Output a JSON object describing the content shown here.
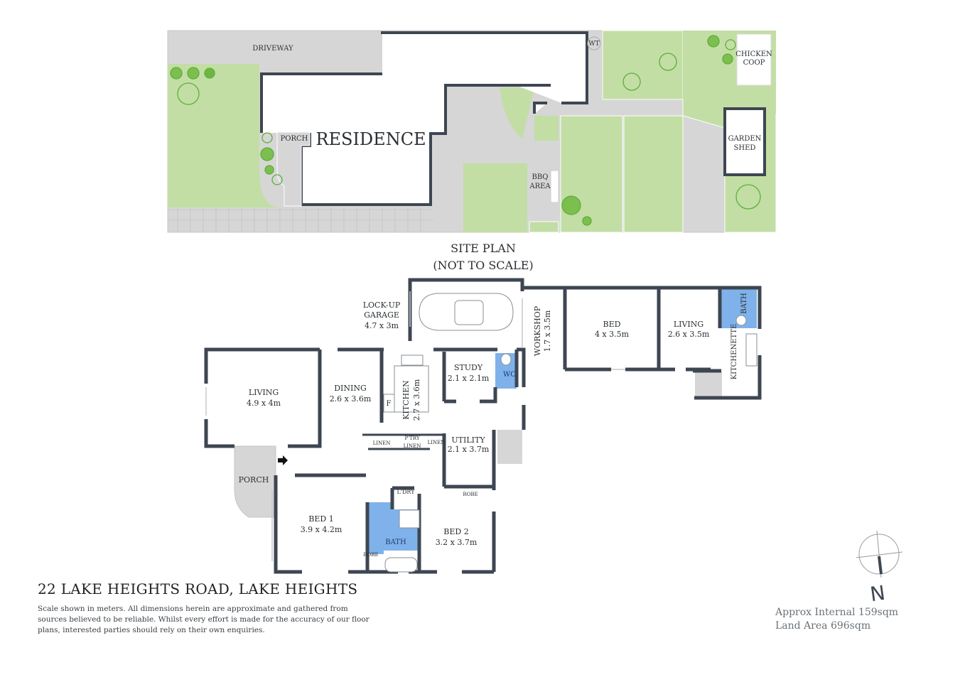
{
  "site_plan": {
    "title_line1": "SITE PLAN",
    "title_line2": "(NOT TO SCALE)",
    "labels": {
      "driveway": "DRIVEWAY",
      "porch": "PORCH",
      "residence": "RESIDENCE",
      "water_tank": "WT",
      "bbq_line1": "BBQ",
      "bbq_line2": "AREA",
      "chicken_line1": "CHICKEN",
      "chicken_line2": "COOP",
      "shed_line1": "GARDEN",
      "shed_line2": "SHED"
    }
  },
  "floor_plan": {
    "rooms": {
      "garage_name1": "LOCK-UP",
      "garage_name2": "GARAGE",
      "garage_dim": "4.7 x 3m",
      "workshop_name": "WORKSHOP",
      "workshop_dim": "1.7 x 3.5m",
      "bed_name": "BED",
      "bed_dim": "4 x 3.5m",
      "living2_name": "LIVING",
      "living2_dim": "2.6 x 3.5m",
      "bath2_name": "BATH",
      "kitchenette_name": "KITCHENETTE",
      "living_name": "LIVING",
      "living_dim": "4.9 x 4m",
      "dining_name": "DINING",
      "dining_dim": "2.6 x 3.6m",
      "kitchen_name": "KITCHEN",
      "kitchen_dim": "2.7 x 3.6m",
      "fridge": "F",
      "study_name": "STUDY",
      "study_dim": "2.1 x 2.1m",
      "wc_name": "WC",
      "utility_name": "UTILITY",
      "utility_dim": "2.1 x 3.7m",
      "linen1": "LINEN",
      "pantry": "P'TRY",
      "linen2": "LINEN",
      "linen3": "LINEN",
      "porch_name": "PORCH",
      "bed1_name": "BED 1",
      "bed1_dim": "3.9 x 4.2m",
      "laundry": "L'DRY",
      "bath_name": "BATH",
      "robe1": "ROBE",
      "robe2": "ROBE",
      "bed2_name": "BED 2",
      "bed2_dim": "3.2 x 3.7m"
    }
  },
  "property": {
    "address": "22 LAKE HEIGHTS ROAD, LAKE HEIGHTS",
    "disclaimer": "Scale shown in meters. All dimensions herein are approximate and gathered from sources believed to be  reliable. Whilst every effort is made for the accuracy of our floor plans, interested parties should rely on their own enquiries.",
    "internal_area": "Approx Internal 159sqm",
    "land_area": "Land Area 696sqm",
    "compass_label": "N"
  },
  "colors": {
    "wall": "#3d4651",
    "lawn": "#c2dea5",
    "paving": "#d6d6d6",
    "wet_area": "#7fb2ea",
    "plant": "#5fae3a"
  }
}
